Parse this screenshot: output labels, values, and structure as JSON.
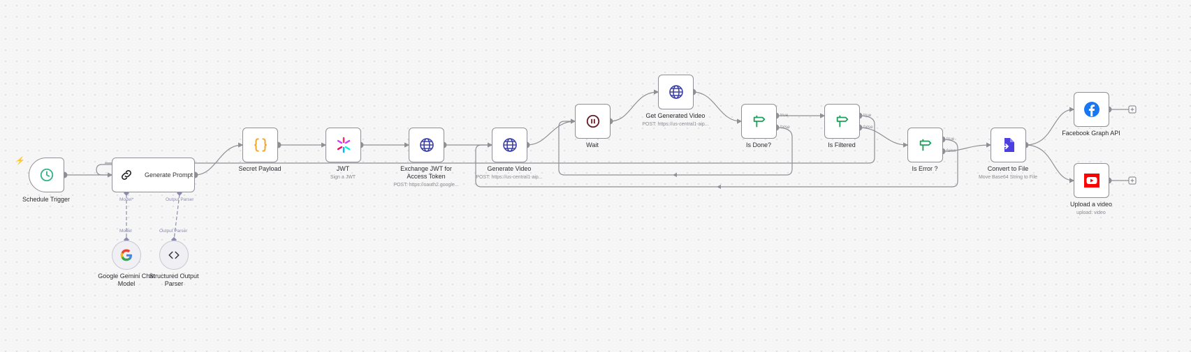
{
  "workflow": {
    "nodes": {
      "schedule": {
        "label": "Schedule Trigger",
        "icon": "clock-icon"
      },
      "prompt": {
        "label": "Generate Prompt",
        "icon": "link-chain-icon"
      },
      "secret": {
        "label": "Secret Payload",
        "icon": "curly-braces-icon"
      },
      "jwt": {
        "label": "JWT",
        "sub": "Sign a JWT",
        "icon": "jwt-icon"
      },
      "exchange": {
        "label_line1": "Exchange JWT for",
        "label_line2": "Access Token",
        "sub": "POST: https://oauth2.google...",
        "icon": "globe-icon"
      },
      "genvideo": {
        "label": "Generate Video",
        "sub": "POST: https://us-central1-aip...",
        "icon": "globe-icon"
      },
      "wait": {
        "label": "Wait",
        "icon": "pause-icon"
      },
      "getvideo": {
        "label": "Get Generated Video",
        "sub": "POST: https://us-central1-aip...",
        "icon": "globe-icon"
      },
      "isdone": {
        "label": "Is Done?",
        "icon": "signpost-icon"
      },
      "isfiltered": {
        "label": "Is Filtered",
        "icon": "signpost-icon"
      },
      "iserror": {
        "label": "Is Error ?",
        "icon": "signpost-icon"
      },
      "convert": {
        "label": "Convert to File",
        "sub": "Move Base64 String to File",
        "icon": "file-convert-icon"
      },
      "facebook": {
        "label": "Facebook Graph API",
        "icon": "facebook-icon"
      },
      "youtube": {
        "label": "Upload a video",
        "sub": "upload: video",
        "icon": "youtube-icon"
      },
      "gemini": {
        "label_line1": "Google Gemini Chat",
        "label_line2": "Model",
        "icon": "google-icon"
      },
      "parser": {
        "label_line1": "Structured Output",
        "label_line2": "Parser",
        "icon": "code-brackets-icon"
      }
    },
    "ports": {
      "model_in": "Model*",
      "parser_in": "Output Parser",
      "model_out": "Model",
      "parser_out": "Output Parser",
      "true": "true",
      "false": "false"
    },
    "colors": {
      "edge": "#8f8f96",
      "ai_edge": "#8b8bb0",
      "clock": "#35b38a",
      "braces": "#f5a524",
      "globe": "#3c3fa8",
      "wait": "#6b1a2a",
      "signpost": "#1f9e5a",
      "file": "#4b3fe0",
      "facebook": "#1877f2",
      "youtube": "#ff0000"
    }
  }
}
